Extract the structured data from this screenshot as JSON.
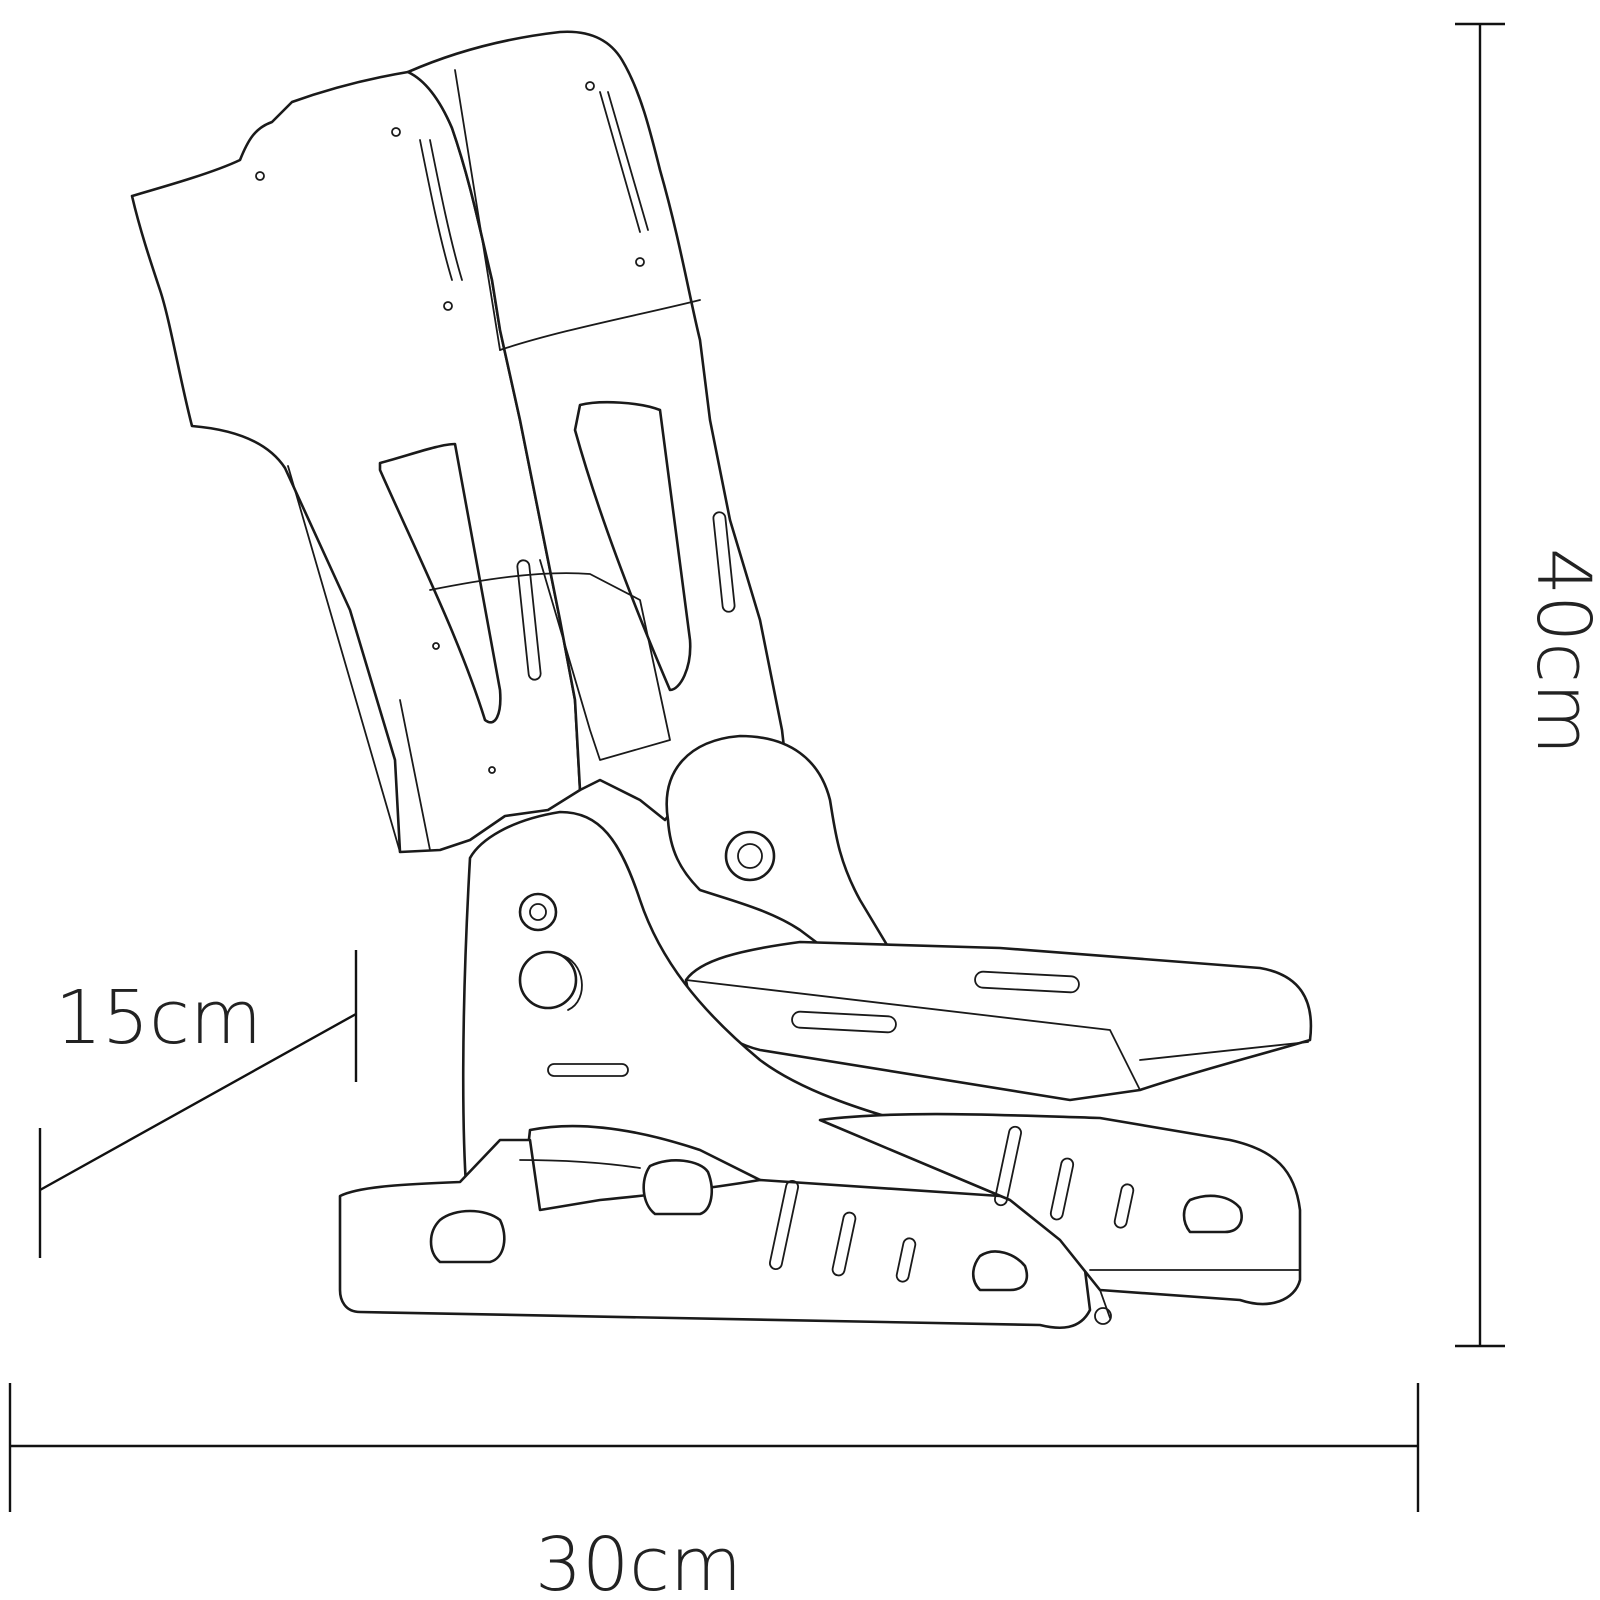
{
  "dimensions": {
    "height_label": "40cm",
    "width_label": "30cm",
    "depth_label": "15cm"
  },
  "colors": {
    "line": "#1a1a1a",
    "background": "#ffffff"
  }
}
